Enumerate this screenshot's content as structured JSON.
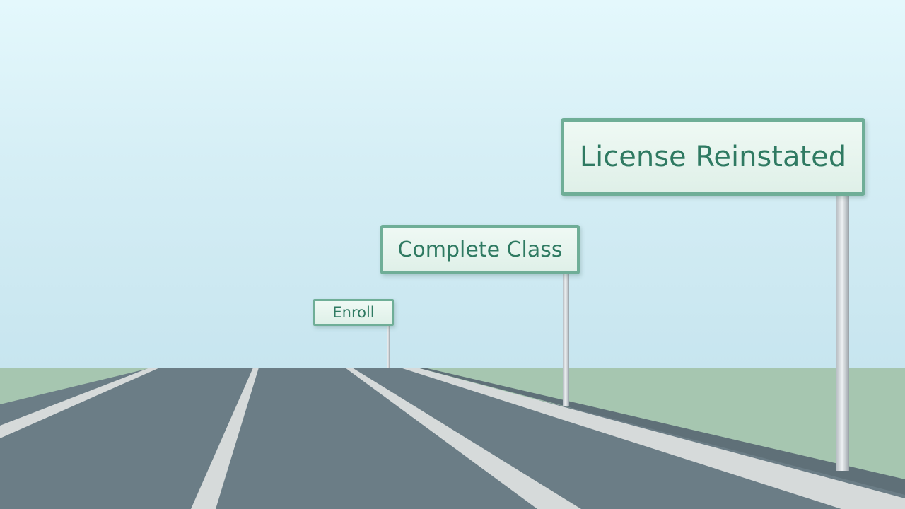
{
  "scene": {
    "description_role": "road leading to horizon with three road signs",
    "colors": {
      "sky_top": "#e4f8fc",
      "sky_bottom": "#c7e5ef",
      "grass": "#a6c6b0",
      "asphalt": "#6b7d86",
      "lane_marking": "#d8dcdc",
      "sign_text": "#2f7a62",
      "sign_border": "#6fae97",
      "sign_fill": "#e6f4ed"
    }
  },
  "signs": [
    {
      "text": "Enroll"
    },
    {
      "text": "Complete Class"
    },
    {
      "text": "License Reinstated"
    }
  ]
}
